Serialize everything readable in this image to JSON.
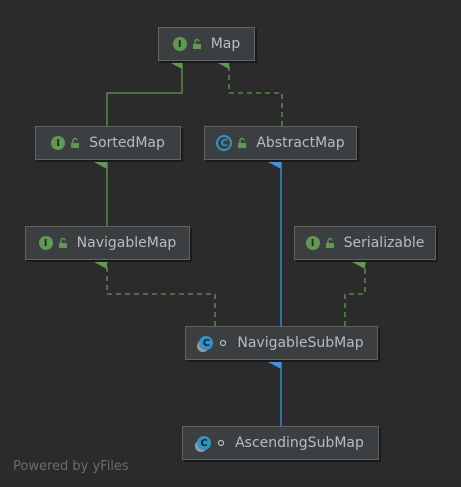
{
  "diagram": {
    "nodes": [
      {
        "id": "map",
        "label": "Map",
        "kind": "interface",
        "badge": "I",
        "visibility": "public"
      },
      {
        "id": "sortedmap",
        "label": "SortedMap",
        "kind": "interface",
        "badge": "I",
        "visibility": "public"
      },
      {
        "id": "abstractmap",
        "label": "AbstractMap",
        "kind": "abstract-class",
        "badge": "C",
        "visibility": "public"
      },
      {
        "id": "navigablemap",
        "label": "NavigableMap",
        "kind": "interface",
        "badge": "I",
        "visibility": "public"
      },
      {
        "id": "serializable",
        "label": "Serializable",
        "kind": "interface",
        "badge": "I",
        "visibility": "public"
      },
      {
        "id": "navigablesubmap",
        "label": "NavigableSubMap",
        "kind": "static-abstract-class",
        "badge": "C",
        "visibility": "package-private"
      },
      {
        "id": "ascendingsubmap",
        "label": "AscendingSubMap",
        "kind": "static-class",
        "badge": "C",
        "visibility": "package-private"
      }
    ],
    "edges": [
      {
        "from": "sortedmap",
        "to": "map",
        "type": "extends"
      },
      {
        "from": "abstractmap",
        "to": "map",
        "type": "implements"
      },
      {
        "from": "navigablemap",
        "to": "sortedmap",
        "type": "extends"
      },
      {
        "from": "navigablesubmap",
        "to": "abstractmap",
        "type": "extends"
      },
      {
        "from": "navigablesubmap",
        "to": "navigablemap",
        "type": "implements"
      },
      {
        "from": "navigablesubmap",
        "to": "serializable",
        "type": "implements"
      },
      {
        "from": "ascendingsubmap",
        "to": "navigablesubmap",
        "type": "extends"
      }
    ],
    "colors": {
      "background": "#2b2b2b",
      "node_fill": "#3c3f41",
      "node_border": "#636363",
      "text": "#bbbbbb",
      "interface_edge": "#629755",
      "class_edge": "#4b8edb",
      "interface_badge": "#629755",
      "class_badge": "#3592c4"
    }
  },
  "footer": {
    "text": "Powered by yFiles"
  }
}
